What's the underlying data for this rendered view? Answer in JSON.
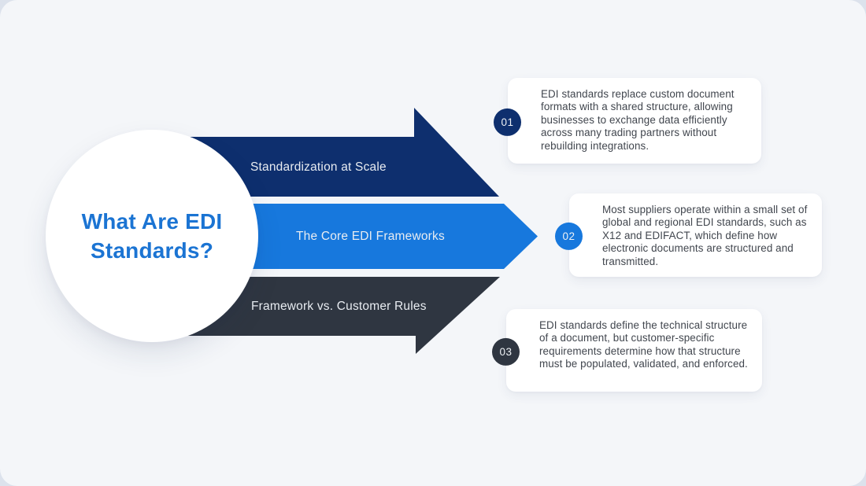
{
  "title": {
    "line1": "What Are EDI",
    "line2": "Standards?"
  },
  "steps": [
    {
      "number": "01",
      "band_label": "Standardization at Scale",
      "description": "EDI standards replace custom document formats with a shared structure, allowing businesses to exchange data efficiently across many trading partners without rebuilding integrations.",
      "color": "#0e2f6e"
    },
    {
      "number": "02",
      "band_label": "The Core EDI Frameworks",
      "description": "Most suppliers operate within a small set of global and regional EDI standards, such as X12 and EDIFACT, which define how electronic documents are structured and transmitted.",
      "color": "#1778dd"
    },
    {
      "number": "03",
      "band_label": "Framework vs. Customer Rules",
      "description": "EDI standards define the technical structure of a document, but customer-specific requirements determine how that structure must be populated, validated, and enforced.",
      "color": "#2f3641"
    }
  ],
  "colors": {
    "outer_bg": "#dce2ec",
    "canvas_bg": "#f4f6f9",
    "heading_text": "#1b74d3",
    "band_text": "#e8ecf1",
    "card_bg": "#ffffff",
    "card_text": "#41464e",
    "badge_text": "#eef1f5"
  }
}
